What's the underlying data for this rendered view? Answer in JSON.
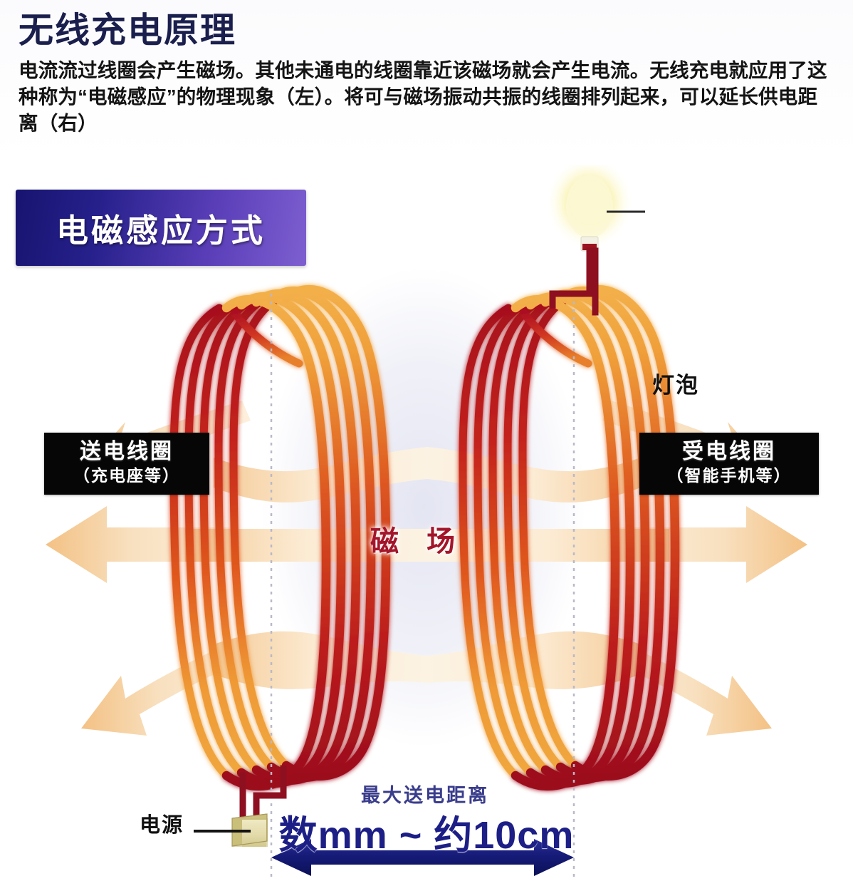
{
  "header": {
    "title": "无线充电原理",
    "intro": "电流流过线圈会产生磁场。其他未通电的线圈靠近该磁场就会产生电流。无线充电就应用了这种称为“电磁感应”的物理现象（左）。将可与磁场振动共振的线圈排列起来，可以延长供电距离（右）"
  },
  "badge": {
    "label": "电磁感应方式",
    "gradient_from": "#171470",
    "gradient_to": "#7d5fd0"
  },
  "labels": {
    "transmit_coil": {
      "line1": "送电线圈",
      "line2": "（充电座等）"
    },
    "receive_coil": {
      "line1": "受电线圈",
      "line2": "（智能手机等）"
    },
    "magnetic_field": "磁 场",
    "bulb": "灯泡",
    "power_source": "电源"
  },
  "distance": {
    "title": "最大送电距离",
    "value": "数mm ~ 约10cm",
    "arrow_color": "#161b78"
  },
  "colors": {
    "coil_red": "#a80f18",
    "coil_orange": "#f0992f",
    "field_arrow": "#f7dfbd",
    "field_arrow_strong": "#f6c489",
    "label_black": "#060606",
    "field_text_red": "#a3152a",
    "bulb_glow": "#f7f0a8",
    "wire_dark_red": "#8e1020",
    "adapter_tan": "#e4dcae",
    "center_wash": "#ced0e8"
  },
  "icons": {
    "bulb": "light-bulb-icon",
    "adapter": "power-adapter-icon",
    "field_arrows": "magnetic-field-arrow-icon",
    "distance_arrow": "double-headed-arrow-icon"
  }
}
